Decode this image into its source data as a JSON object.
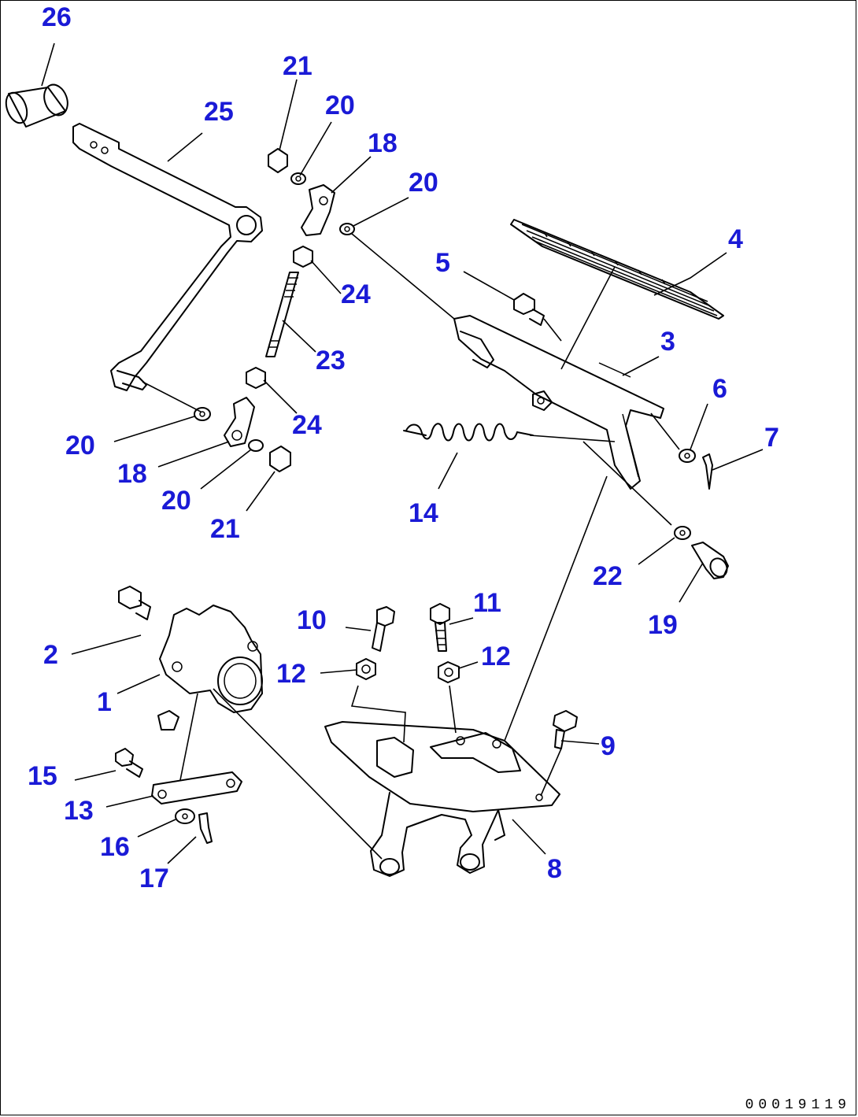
{
  "diagram": {
    "labels": [
      "26",
      "25",
      "21",
      "20",
      "18",
      "20",
      "4",
      "5",
      "24",
      "23",
      "3",
      "24",
      "6",
      "7",
      "20",
      "18",
      "20",
      "21",
      "14",
      "22",
      "19",
      "10",
      "11",
      "2",
      "12",
      "12",
      "1",
      "9",
      "15",
      "13",
      "8",
      "16",
      "17"
    ],
    "drawing_code": "00019119"
  }
}
